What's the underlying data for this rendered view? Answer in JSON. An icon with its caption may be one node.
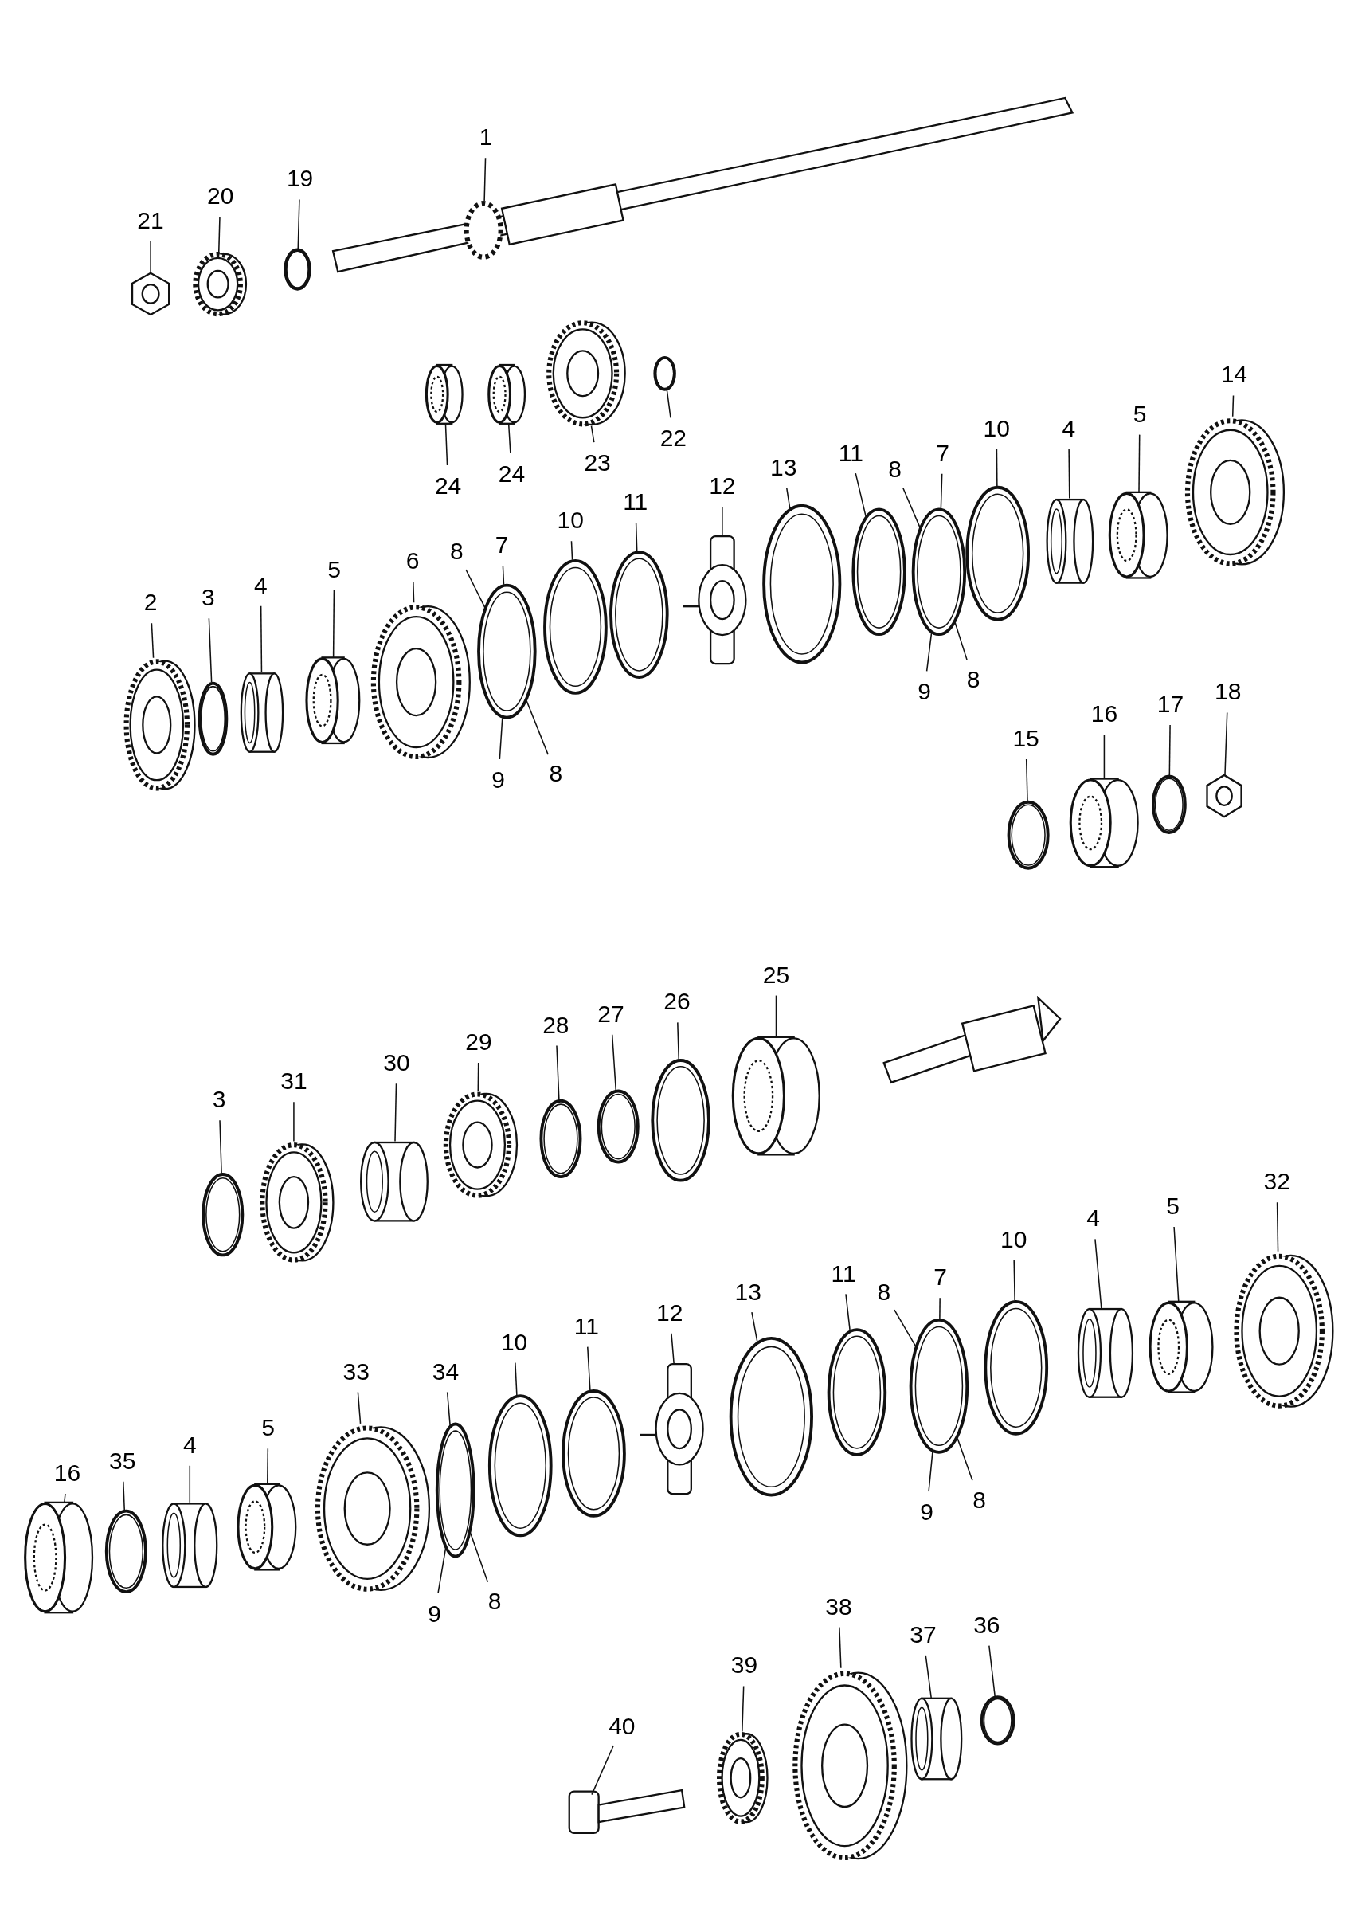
{
  "diagram": {
    "nodes": [
      {
        "text": [
          "1"
        ]
      },
      {
        "text": [
          "20"
        ]
      },
      {
        "text": [
          "21"
        ]
      },
      {
        "text": [
          "19"
        ]
      },
      {
        "text": [
          "24"
        ]
      },
      {
        "text": [
          "24"
        ]
      },
      {
        "text": [
          "23"
        ]
      },
      {
        "text": [
          "22"
        ]
      },
      {
        "text": [
          "14"
        ]
      },
      {
        "text": [
          "5"
        ]
      },
      {
        "text": [
          "4"
        ]
      },
      {
        "text": [
          "10"
        ]
      },
      {
        "text": [
          "7"
        ]
      },
      {
        "text": [
          "8"
        ]
      },
      {
        "text": [
          "11"
        ]
      },
      {
        "text": [
          "13"
        ]
      },
      {
        "text": [
          "12"
        ]
      },
      {
        "text": [
          "11"
        ]
      },
      {
        "text": [
          "10"
        ]
      },
      {
        "text": [
          "7"
        ]
      },
      {
        "text": [
          "8"
        ]
      },
      {
        "text": [
          "6"
        ]
      },
      {
        "text": [
          "5"
        ]
      },
      {
        "text": [
          "4"
        ]
      },
      {
        "text": [
          "3"
        ]
      },
      {
        "text": [
          "2"
        ]
      },
      {
        "text": [
          "9"
        ]
      },
      {
        "text": [
          "8"
        ]
      },
      {
        "text": [
          "9"
        ]
      },
      {
        "text": [
          "8"
        ]
      },
      {
        "text": [
          "15"
        ]
      },
      {
        "text": [
          "16"
        ]
      },
      {
        "text": [
          "17"
        ]
      },
      {
        "text": [
          "18"
        ]
      },
      {
        "text": [
          "25"
        ]
      },
      {
        "text": [
          "26"
        ]
      },
      {
        "text": [
          "27"
        ]
      },
      {
        "text": [
          "28"
        ]
      },
      {
        "text": [
          "29"
        ]
      },
      {
        "text": [
          "30"
        ]
      },
      {
        "text": [
          "31"
        ]
      },
      {
        "text": [
          "3"
        ]
      },
      {
        "text": [
          "32"
        ]
      },
      {
        "text": [
          "5"
        ]
      },
      {
        "text": [
          "4"
        ]
      },
      {
        "text": [
          "10"
        ]
      },
      {
        "text": [
          "7"
        ]
      },
      {
        "text": [
          "8"
        ]
      },
      {
        "text": [
          "11"
        ]
      },
      {
        "text": [
          "13"
        ]
      },
      {
        "text": [
          "12"
        ]
      },
      {
        "text": [
          "11"
        ]
      },
      {
        "text": [
          "10"
        ]
      },
      {
        "text": [
          "34"
        ]
      },
      {
        "text": [
          "33"
        ]
      },
      {
        "text": [
          "5"
        ]
      },
      {
        "text": [
          "4"
        ]
      },
      {
        "text": [
          "35"
        ]
      },
      {
        "text": [
          "16"
        ]
      },
      {
        "text": [
          "9"
        ]
      },
      {
        "text": [
          "8"
        ]
      },
      {
        "text": [
          "9"
        ]
      },
      {
        "text": [
          "8"
        ]
      },
      {
        "text": [
          "38"
        ]
      },
      {
        "text": [
          "37"
        ]
      },
      {
        "text": [
          "36"
        ]
      },
      {
        "text": [
          "39"
        ]
      },
      {
        "text": [
          "40"
        ]
      },
      {
        "text": [],
        "shape": "picture"
      },
      {
        "text": [],
        "shape": "picture"
      },
      {
        "text": [],
        "shape": "picture"
      },
      {
        "text": [],
        "shape": "cylinder"
      },
      {
        "text": [],
        "shape": "cylinder"
      },
      {
        "text": [],
        "shape": "picture"
      },
      {
        "text": [],
        "shape": "picture"
      },
      {
        "text": [],
        "shape": "picture"
      },
      {
        "text": [],
        "shape": "cylinder"
      },
      {
        "text": [],
        "shape": "cylinder"
      },
      {
        "text": [],
        "shape": "picture"
      },
      {
        "text": [],
        "shape": "picture"
      },
      {
        "text": [],
        "shape": "picture"
      },
      {
        "text": [],
        "shape": "picture"
      },
      {
        "text": [],
        "shape": "picture"
      },
      {
        "text": [],
        "shape": "picture"
      },
      {
        "text": [],
        "shape": "picture"
      },
      {
        "text": [],
        "shape": "picture"
      },
      {
        "text": [],
        "shape": "picture"
      },
      {
        "text": [],
        "shape": "cylinder"
      },
      {
        "text": [],
        "shape": "cylinder"
      },
      {
        "text": [],
        "shape": "picture"
      },
      {
        "text": [],
        "shape": "picture"
      },
      {
        "text": [],
        "shape": "picture"
      },
      {
        "text": [],
        "shape": "cylinder"
      },
      {
        "text": [],
        "shape": "picture"
      },
      {
        "text": [],
        "shape": "picture"
      },
      {
        "text": [],
        "shape": "cylinder"
      },
      {
        "text": [],
        "shape": "picture"
      },
      {
        "text": [],
        "shape": "picture"
      },
      {
        "text": [],
        "shape": "picture"
      },
      {
        "text": [],
        "shape": "picture"
      },
      {
        "text": [],
        "shape": "cylinder"
      },
      {
        "text": [],
        "shape": "picture"
      },
      {
        "text": [],
        "shape": "picture"
      },
      {
        "text": [],
        "shape": "picture"
      },
      {
        "text": [],
        "shape": "cylinder"
      },
      {
        "text": [],
        "shape": "cylinder"
      },
      {
        "text": [],
        "shape": "picture"
      },
      {
        "text": [],
        "shape": "picture"
      },
      {
        "text": [],
        "shape": "picture"
      },
      {
        "text": [],
        "shape": "picture"
      },
      {
        "text": [],
        "shape": "picture"
      },
      {
        "text": [],
        "shape": "picture"
      },
      {
        "text": [],
        "shape": "picture"
      },
      {
        "text": [],
        "shape": "picture"
      },
      {
        "text": [],
        "shape": "picture"
      },
      {
        "text": [],
        "shape": "cylinder"
      },
      {
        "text": [],
        "shape": "cylinder"
      },
      {
        "text": [],
        "shape": "picture"
      },
      {
        "text": [],
        "shape": "cylinder"
      },
      {
        "text": [],
        "shape": "picture"
      },
      {
        "text": [],
        "shape": "cylinder"
      },
      {
        "text": [],
        "shape": "picture"
      },
      {
        "text": [],
        "shape": "picture"
      },
      {
        "text": [],
        "shape": "picture"
      },
      {
        "text": [],
        "shape": "bar"
      }
    ],
    "edges": [
      {
        "from": 0,
        "to": 123,
        "arrow": "none"
      },
      {
        "from": 1,
        "to": 69,
        "arrow": "none"
      },
      {
        "from": 2,
        "to": 68,
        "arrow": "none"
      },
      {
        "from": 3,
        "to": 70,
        "arrow": "none"
      },
      {
        "from": 4,
        "to": 71,
        "arrow": "none"
      },
      {
        "from": 5,
        "to": 72,
        "arrow": "none"
      },
      {
        "from": 6,
        "to": 73,
        "arrow": "none"
      },
      {
        "from": 7,
        "to": 74,
        "arrow": "none"
      },
      {
        "from": 8,
        "to": 75,
        "arrow": "none"
      },
      {
        "from": 9,
        "to": 76,
        "arrow": "none"
      },
      {
        "from": 10,
        "to": 77,
        "arrow": "none"
      },
      {
        "from": 11,
        "to": 78,
        "arrow": "none"
      },
      {
        "from": 12,
        "to": 79,
        "arrow": "none"
      },
      {
        "from": 13,
        "to": 79,
        "arrow": "none"
      },
      {
        "from": 14,
        "to": 80,
        "arrow": "none"
      },
      {
        "from": 15,
        "to": 81,
        "arrow": "none"
      },
      {
        "from": 16,
        "to": 82,
        "arrow": "none"
      },
      {
        "from": 17,
        "to": 83,
        "arrow": "none"
      },
      {
        "from": 18,
        "to": 84,
        "arrow": "none"
      },
      {
        "from": 19,
        "to": 85,
        "arrow": "none"
      },
      {
        "from": 20,
        "to": 85,
        "arrow": "none"
      },
      {
        "from": 21,
        "to": 86,
        "arrow": "none"
      },
      {
        "from": 22,
        "to": 87,
        "arrow": "none"
      },
      {
        "from": 23,
        "to": 88,
        "arrow": "none"
      },
      {
        "from": 24,
        "to": 89,
        "arrow": "none"
      },
      {
        "from": 25,
        "to": 90,
        "arrow": "none"
      },
      {
        "from": 26,
        "to": 85,
        "arrow": "none"
      },
      {
        "from": 27,
        "to": 85,
        "arrow": "none"
      },
      {
        "from": 28,
        "to": 79,
        "arrow": "none"
      },
      {
        "from": 29,
        "to": 79,
        "arrow": "none"
      },
      {
        "from": 30,
        "to": 91,
        "arrow": "none"
      },
      {
        "from": 31,
        "to": 92,
        "arrow": "none"
      },
      {
        "from": 32,
        "to": 93,
        "arrow": "none"
      },
      {
        "from": 33,
        "to": 94,
        "arrow": "none"
      },
      {
        "from": 34,
        "to": 95,
        "arrow": "none"
      },
      {
        "from": 35,
        "to": 96,
        "arrow": "none"
      },
      {
        "from": 36,
        "to": 97,
        "arrow": "none"
      },
      {
        "from": 37,
        "to": 98,
        "arrow": "none"
      },
      {
        "from": 38,
        "to": 99,
        "arrow": "none"
      },
      {
        "from": 39,
        "to": 100,
        "arrow": "none"
      },
      {
        "from": 40,
        "to": 101,
        "arrow": "none"
      },
      {
        "from": 41,
        "to": 102,
        "arrow": "none"
      },
      {
        "from": 42,
        "to": 103,
        "arrow": "none"
      },
      {
        "from": 43,
        "to": 104,
        "arrow": "none"
      },
      {
        "from": 44,
        "to": 105,
        "arrow": "none"
      },
      {
        "from": 45,
        "to": 106,
        "arrow": "none"
      },
      {
        "from": 46,
        "to": 107,
        "arrow": "none"
      },
      {
        "from": 47,
        "to": 107,
        "arrow": "none"
      },
      {
        "from": 48,
        "to": 108,
        "arrow": "none"
      },
      {
        "from": 49,
        "to": 109,
        "arrow": "none"
      },
      {
        "from": 50,
        "to": 110,
        "arrow": "none"
      },
      {
        "from": 51,
        "to": 111,
        "arrow": "none"
      },
      {
        "from": 52,
        "to": 112,
        "arrow": "none"
      },
      {
        "from": 53,
        "to": 113,
        "arrow": "none"
      },
      {
        "from": 54,
        "to": 114,
        "arrow": "none"
      },
      {
        "from": 55,
        "to": 115,
        "arrow": "none"
      },
      {
        "from": 56,
        "to": 116,
        "arrow": "none"
      },
      {
        "from": 57,
        "to": 117,
        "arrow": "none"
      },
      {
        "from": 58,
        "to": 118,
        "arrow": "none"
      },
      {
        "from": 59,
        "to": 113,
        "arrow": "none"
      },
      {
        "from": 60,
        "to": 113,
        "arrow": "none"
      },
      {
        "from": 61,
        "to": 107,
        "arrow": "none"
      },
      {
        "from": 62,
        "to": 107,
        "arrow": "none"
      },
      {
        "from": 63,
        "to": 119,
        "arrow": "none"
      },
      {
        "from": 64,
        "to": 120,
        "arrow": "none"
      },
      {
        "from": 65,
        "to": 121,
        "arrow": "none"
      },
      {
        "from": 66,
        "to": 122,
        "arrow": "none"
      },
      {
        "from": 67,
        "to": 124,
        "arrow": "none"
      }
    ]
  }
}
